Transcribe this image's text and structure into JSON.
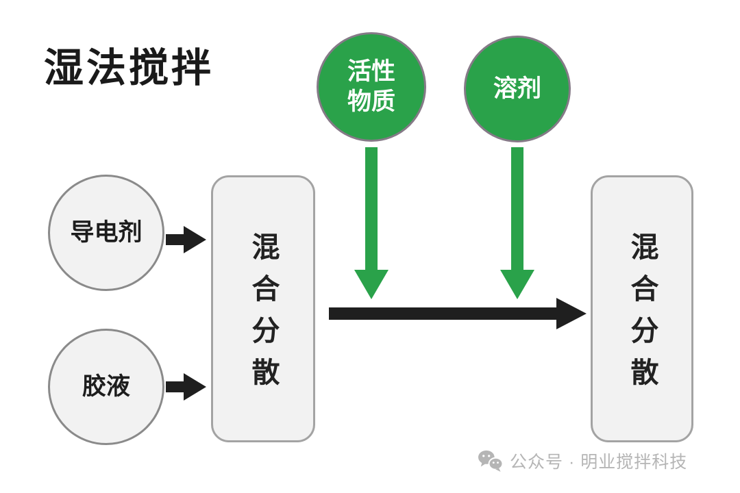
{
  "title": "湿法搅拌",
  "colors": {
    "green": "#2aa24a",
    "green_border": "#857a87",
    "node_fill": "#f2f2f2",
    "node_border": "#8a8a8a",
    "box_border": "#a3a3a3",
    "arrow_black": "#1f1f1f",
    "footer_gray": "#b5b5b5"
  },
  "nodes": {
    "active_material": "活性物质",
    "solvent": "溶剂",
    "conductive_agent": "导电剂",
    "glue": "胶液",
    "mixing_left": "混合分散",
    "mixing_right": "混合分散"
  },
  "icons": {
    "footer_icon": "wechat-icon"
  },
  "footer": {
    "text": "公众号 · 明业搅拌科技"
  }
}
